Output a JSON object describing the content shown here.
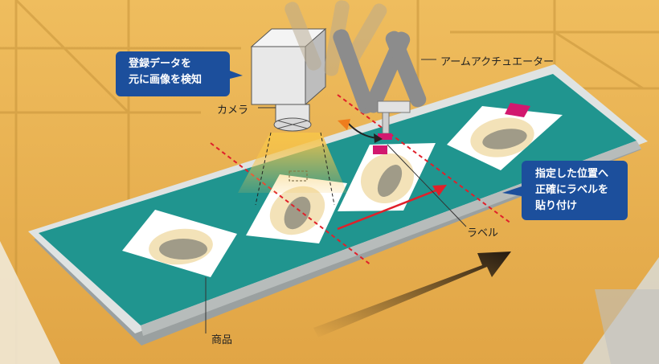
{
  "callouts": {
    "detect": "登録データを\n元に画像を検知",
    "apply": "指定した位置へ\n正確にラベルを\n貼り付け"
  },
  "labels": {
    "camera": "カメラ",
    "actuator": "アームアクチュエーター",
    "label": "ラベル",
    "product": "商品"
  },
  "colors": {
    "background": "#e9b150",
    "conveyor": "#20958f",
    "callout": "#1c4f9c",
    "label_tag": "#d2186f",
    "guide_line": "#e0202a",
    "camera_beam": "#f2c13a"
  }
}
